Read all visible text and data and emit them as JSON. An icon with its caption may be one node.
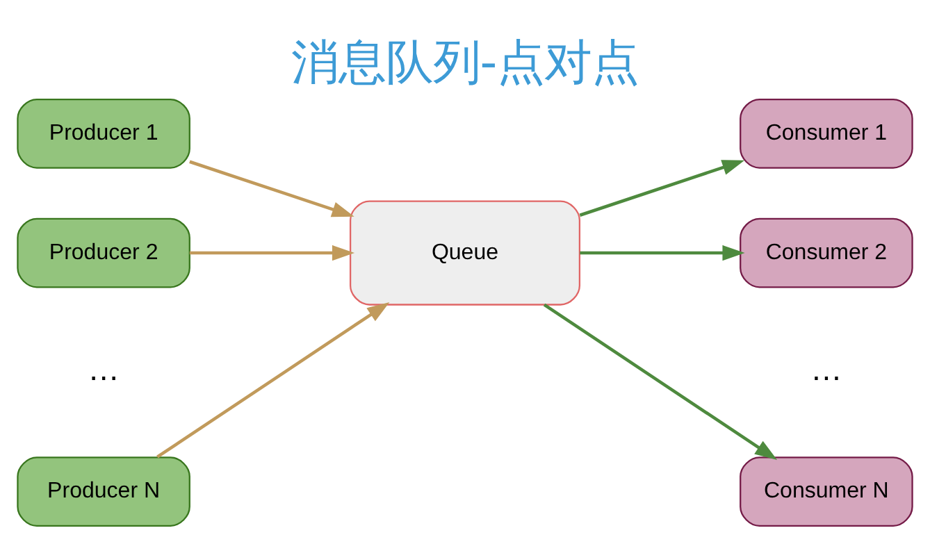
{
  "diagram": {
    "title": "消息队列-点对点",
    "nodes": [
      {
        "text": [
          "Producer 1"
        ]
      },
      {
        "text": [
          "Producer 2"
        ]
      },
      {
        "text": [
          "Producer N"
        ]
      },
      {
        "text": [
          "Queue"
        ]
      },
      {
        "text": [
          "Consumer 1"
        ]
      },
      {
        "text": [
          "Consumer 2"
        ]
      },
      {
        "text": [
          "Consumer N"
        ]
      }
    ],
    "edges": [
      {
        "from": 0,
        "to": 3,
        "arrow": "to",
        "color": "#c19a5b"
      },
      {
        "from": 1,
        "to": 3,
        "arrow": "to",
        "color": "#c19a5b"
      },
      {
        "from": 2,
        "to": 3,
        "arrow": "to",
        "color": "#c19a5b"
      },
      {
        "from": 3,
        "to": 4,
        "arrow": "to",
        "color": "#4e8a3e"
      },
      {
        "from": 3,
        "to": 5,
        "arrow": "to",
        "color": "#4e8a3e"
      },
      {
        "from": 3,
        "to": 6,
        "arrow": "to",
        "color": "#4e8a3e"
      }
    ],
    "labels": [
      "…",
      "…"
    ]
  }
}
